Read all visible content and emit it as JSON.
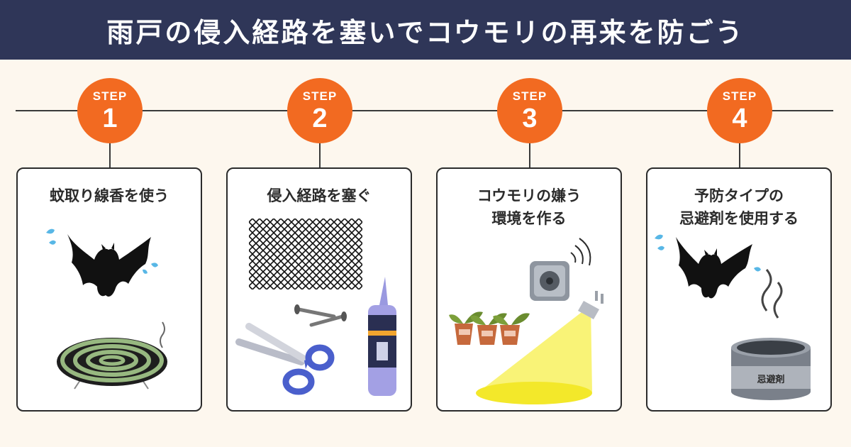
{
  "header": {
    "title": "雨戸の侵入経路を塞いでコウモリの再来を防ごう"
  },
  "steps": [
    {
      "label": "STEP",
      "number": "1",
      "title": "蚊取り線香を使う"
    },
    {
      "label": "STEP",
      "number": "2",
      "title": "侵入経路を塞ぐ"
    },
    {
      "label": "STEP",
      "number": "3",
      "title": "コウモリの嫌う\n環境を作る"
    },
    {
      "label": "STEP",
      "number": "4",
      "title": "予防タイプの\n忌避剤を使用する"
    }
  ],
  "illustrations": {
    "repellent_can_label": "忌避剤"
  },
  "colors": {
    "header_bg": "#2f3658",
    "accent": "#f26a21",
    "background": "#fdf7ee"
  }
}
